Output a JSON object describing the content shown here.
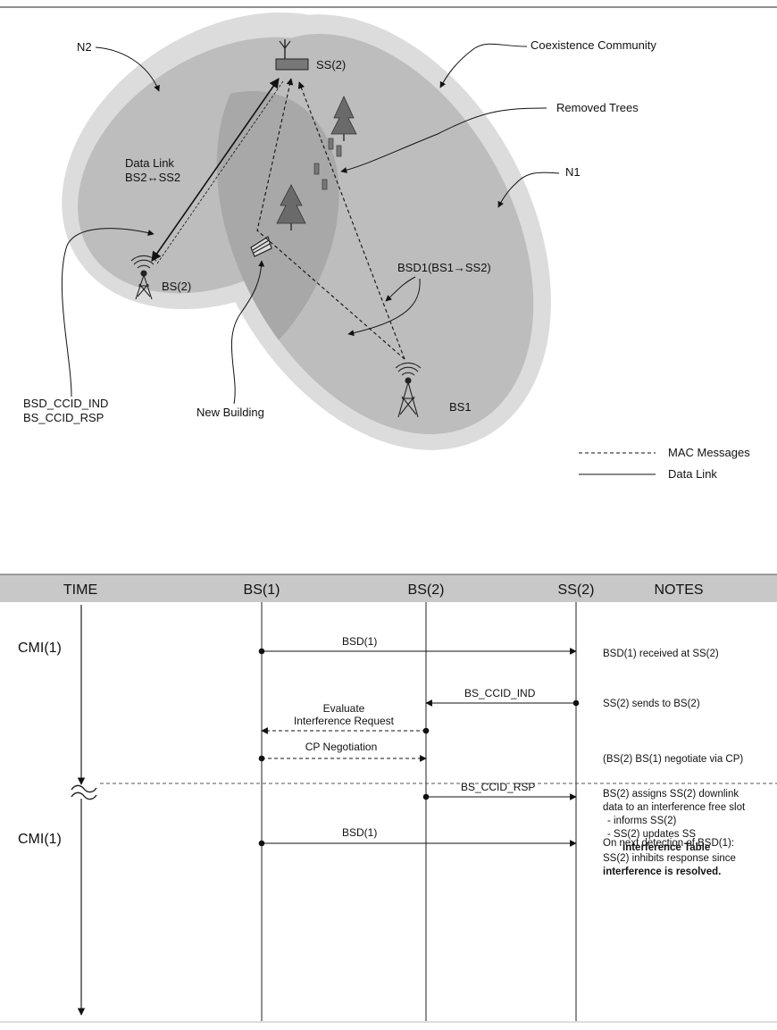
{
  "network": {
    "ss2": "SS(2)",
    "bs2": "BS(2)",
    "bs1": "BS1",
    "n1": "N1",
    "n2": "N2",
    "coexistence_community": "Coexistence Community",
    "removed_trees": "Removed Trees",
    "data_link_line1": "Data Link",
    "data_link_line2": "BS2↔SS2",
    "bsd1_label": "BSD1(BS1→SS2)",
    "bsd_ccid_ind": "BSD_CCID_IND",
    "bs_ccid_rsp": "BS_CCID_RSP",
    "new_building": "New Building"
  },
  "legend": {
    "mac_messages": "MAC Messages",
    "data_link": "Data Link"
  },
  "sequence": {
    "headers": {
      "time": "TIME",
      "bs1": "BS(1)",
      "bs2": "BS(2)",
      "ss2": "SS(2)",
      "notes": "NOTES"
    },
    "cmi_first": "CMI(1)",
    "cmi_second": "CMI(1)",
    "messages": {
      "bsd1_first": "BSD(1)",
      "bs_ccid_ind": "BS_CCID_IND",
      "evaluate_line1": "Evaluate",
      "evaluate_line2": "Interference Request",
      "cp_negotiation": "CP Negotiation",
      "bs_ccid_rsp": "BS_CCID_RSP",
      "bsd1_second": "BSD(1)"
    },
    "notes": {
      "n1": "BSD(1) received at SS(2)",
      "n2": "SS(2) sends to BS(2)",
      "n3": "(BS(2) BS(1) negotiate via CP)",
      "n4_line1": "BS(2) assigns SS(2) downlink",
      "n4_line2": "data to an interference free slot",
      "n4_line3": "-   informs SS(2)",
      "n4_line4": "-  SS(2) updates SS",
      "n4_line5": "interference Table",
      "n5_line1": "On next detection of BSD(1):",
      "n5_line2": "SS(2) inhibits response since",
      "n5_line3": "interference is resolved."
    }
  },
  "colors": {
    "outer_halo": "#dcdcdc",
    "mid_ellipse": "#bdbdbd",
    "inner_ellipse": "#a8a8a8",
    "header_band": "#c8c8c8"
  }
}
